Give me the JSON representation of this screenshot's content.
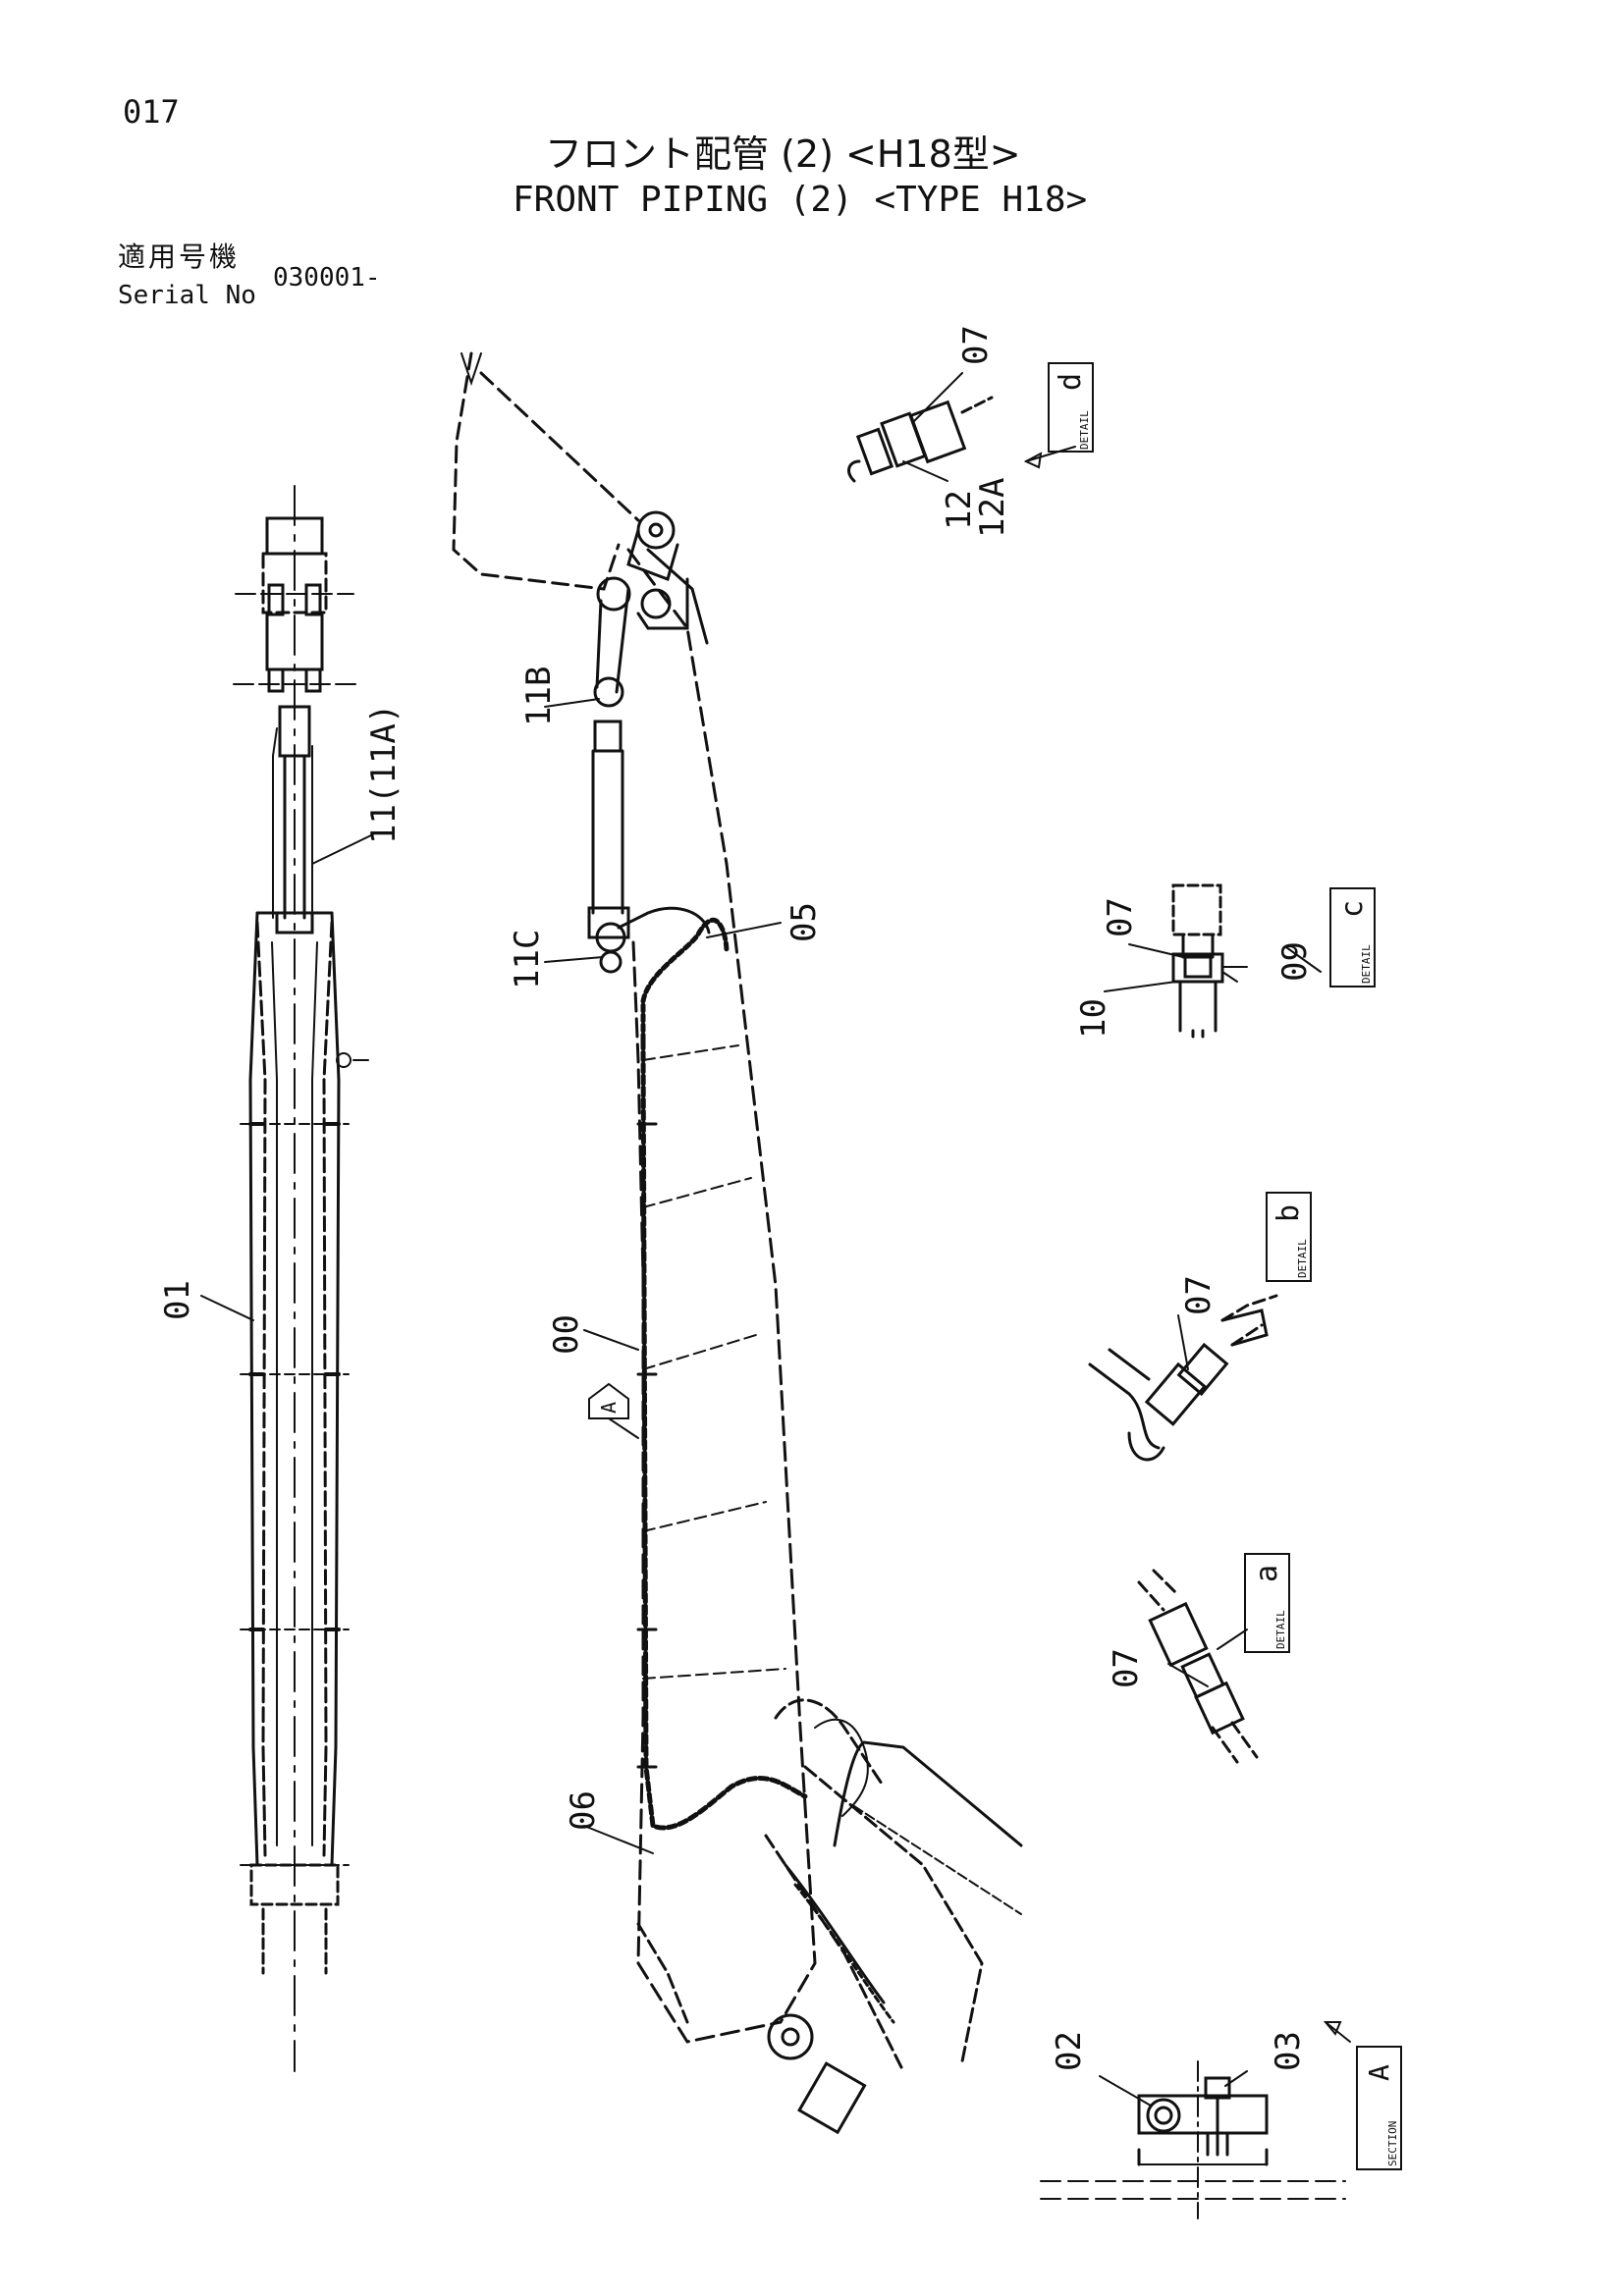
{
  "header": {
    "page_number": "017",
    "title_jp": "フロント配管 (2) <H18型>",
    "title_en": "FRONT PIPING (2) <TYPE H18>",
    "serial_label_jp": "適用号機",
    "serial_label_en": "Serial No",
    "serial_value": "030001-"
  },
  "part_callouts": [
    {
      "id": "p01",
      "text": "01"
    },
    {
      "id": "p00",
      "text": "00"
    },
    {
      "id": "p05",
      "text": "05"
    },
    {
      "id": "p06",
      "text": "06"
    },
    {
      "id": "p11",
      "text": "11(11A)"
    },
    {
      "id": "p11b",
      "text": "11B"
    },
    {
      "id": "p11c",
      "text": "11C"
    },
    {
      "id": "p07d",
      "text": "07"
    },
    {
      "id": "p12",
      "text": "12"
    },
    {
      "id": "p12a",
      "text": "12A"
    },
    {
      "id": "p07c",
      "text": "07"
    },
    {
      "id": "p09",
      "text": "09"
    },
    {
      "id": "p10",
      "text": "10"
    },
    {
      "id": "p07b",
      "text": "07"
    },
    {
      "id": "p07a",
      "text": "07"
    },
    {
      "id": "p02",
      "text": "02"
    },
    {
      "id": "p03",
      "text": "03"
    }
  ],
  "detail_tags": [
    {
      "id": "d",
      "word": "DETAIL",
      "letter": "d"
    },
    {
      "id": "c",
      "word": "DETAIL",
      "letter": "c"
    },
    {
      "id": "b",
      "word": "DETAIL",
      "letter": "b"
    },
    {
      "id": "a",
      "word": "DETAIL",
      "letter": "a"
    },
    {
      "id": "A",
      "word": "SECTION",
      "letter": "A"
    }
  ],
  "view_markers": [
    {
      "id": "vA",
      "text": "A"
    }
  ]
}
